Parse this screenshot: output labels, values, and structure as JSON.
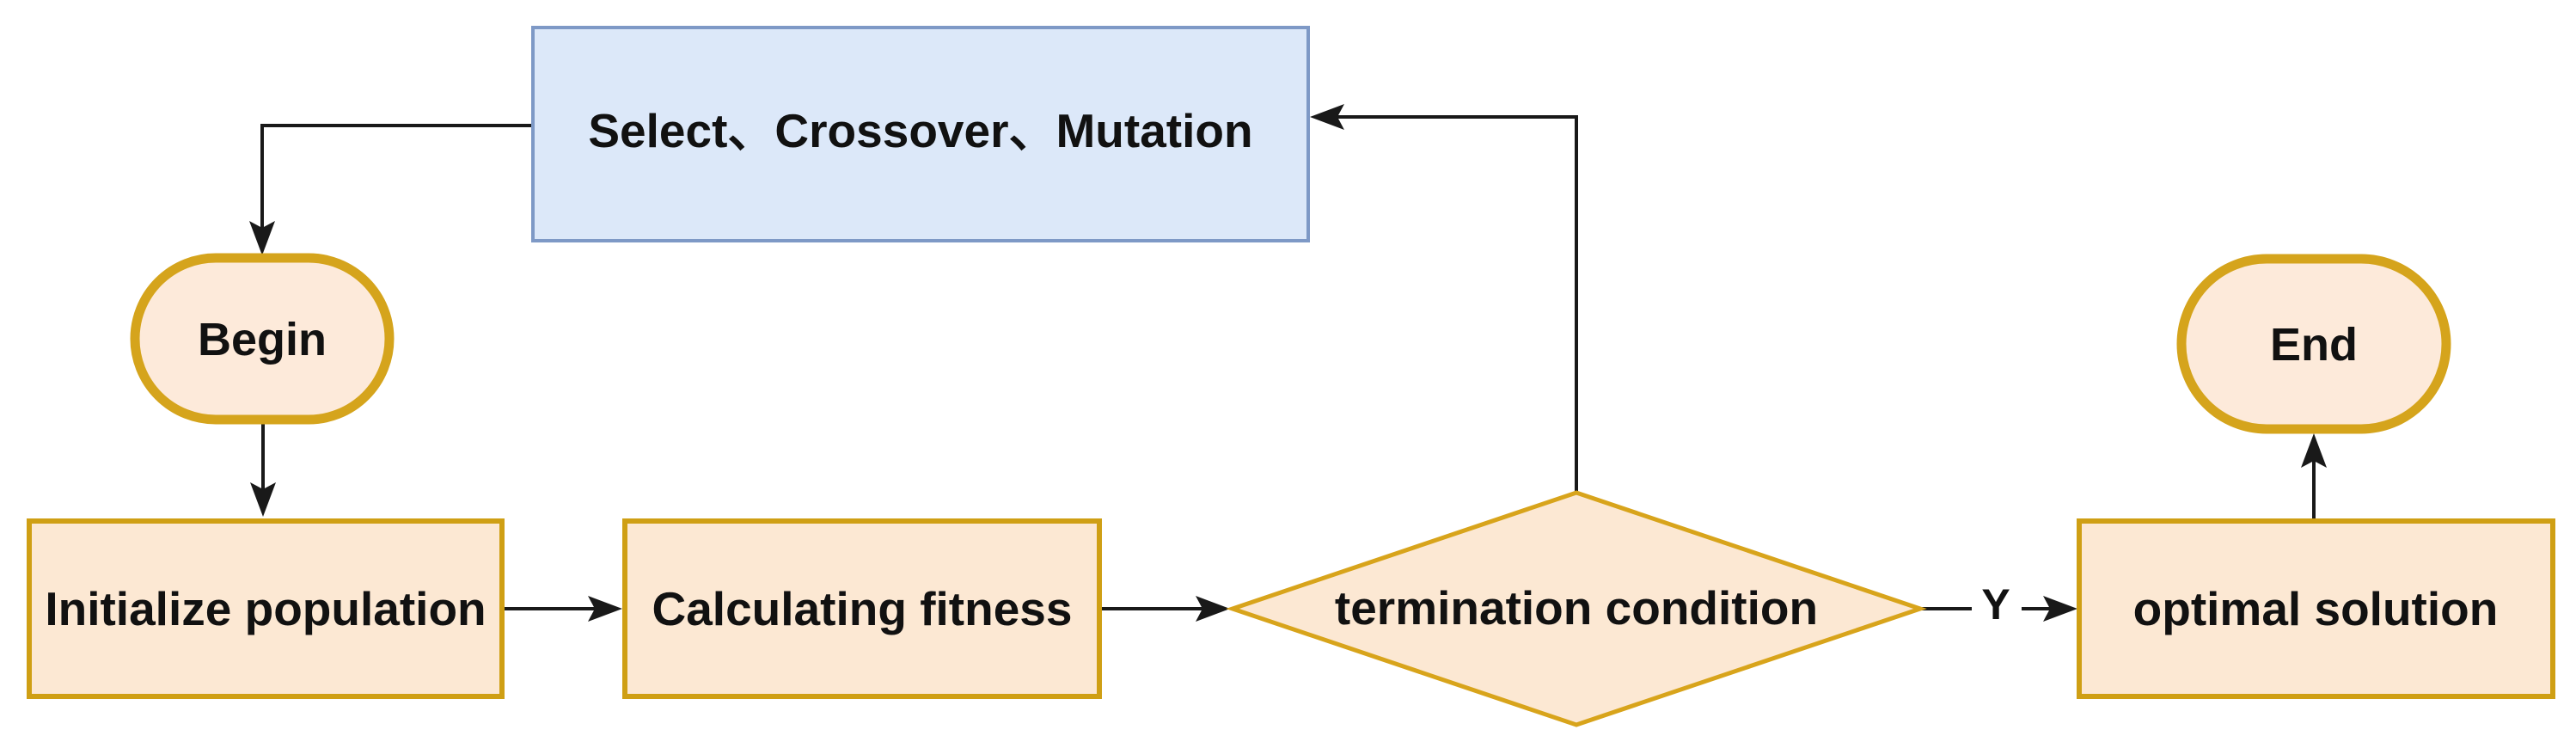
{
  "diagram": {
    "type": "flowchart",
    "background_color": "#ffffff",
    "nodes": {
      "select": {
        "label": "Select、Crossover、Mutation",
        "shape": "rectangle",
        "fill": "#dce8f9",
        "stroke": "#7e99c6"
      },
      "begin": {
        "label": "Begin",
        "shape": "stadium",
        "fill": "#fdeada",
        "stroke": "#d5a41c"
      },
      "init": {
        "label": "Initialize population",
        "shape": "rectangle",
        "fill": "#fce8d3",
        "stroke": "#cf9f14"
      },
      "calc": {
        "label": "Calculating fitness",
        "shape": "rectangle",
        "fill": "#fce8d3",
        "stroke": "#cf9f14"
      },
      "term": {
        "label": "termination condition",
        "shape": "diamond",
        "fill": "#fce8d3",
        "stroke": "#d8a41b"
      },
      "optimal": {
        "label": "optimal solution",
        "shape": "rectangle",
        "fill": "#fce8d3",
        "stroke": "#cf9f14"
      },
      "end": {
        "label": "End",
        "shape": "stadium",
        "fill": "#fdeada",
        "stroke": "#d5a41c"
      }
    },
    "edges": [
      {
        "from": "select",
        "to": "begin",
        "label": ""
      },
      {
        "from": "begin",
        "to": "init",
        "label": ""
      },
      {
        "from": "init",
        "to": "calc",
        "label": ""
      },
      {
        "from": "calc",
        "to": "term",
        "label": ""
      },
      {
        "from": "term",
        "to": "optimal",
        "label": "Y"
      },
      {
        "from": "optimal",
        "to": "end",
        "label": ""
      },
      {
        "from": "term",
        "to": "select",
        "label": ""
      }
    ],
    "edge_color": "#191919",
    "text_color": "#111111"
  }
}
